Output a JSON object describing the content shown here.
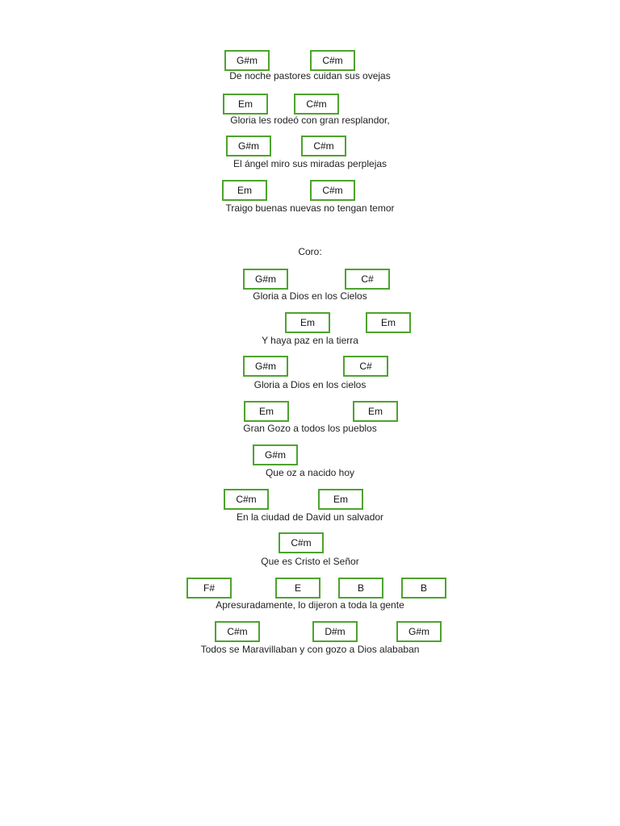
{
  "sections": [
    {
      "label": "",
      "lines": [
        {
          "chords": [
            "G#m",
            "C#m"
          ],
          "lyric": "De noche pastores cuidan sus ovejas"
        },
        {
          "chords": [
            "Em",
            "C#m"
          ],
          "lyric": "Gloria les rodeó con gran resplandor,"
        },
        {
          "chords": [
            "G#m",
            "C#m"
          ],
          "lyric": "El ángel miro sus miradas perplejas"
        },
        {
          "chords": [
            "Em",
            "C#m"
          ],
          "lyric": "Traigo buenas nuevas no tengan temor"
        }
      ]
    },
    {
      "label": "Coro:",
      "lines": [
        {
          "chords": [
            "G#m",
            "C#"
          ],
          "lyric": "Gloria a Dios en los Cielos"
        },
        {
          "chords": [
            "Em",
            "Em"
          ],
          "lyric": "Y haya paz en la tierra"
        },
        {
          "chords": [
            "G#m",
            "C#"
          ],
          "lyric": "Gloria a Dios en los cielos"
        },
        {
          "chords": [
            "Em",
            "Em"
          ],
          "lyric": "Gran Gozo a todos los pueblos"
        },
        {
          "chords": [
            "G#m"
          ],
          "lyric": "Que oz a nacido hoy"
        },
        {
          "chords": [
            "C#m",
            "Em"
          ],
          "lyric": "En la ciudad de David un salvador"
        },
        {
          "chords": [
            "C#m"
          ],
          "lyric": "Que es Cristo el Señor"
        },
        {
          "chords": [
            "F#",
            "E",
            "B",
            "B"
          ],
          "lyric": "Apresuradamente, lo dijeron a toda la gente"
        },
        {
          "chords": [
            "C#m",
            "D#m",
            "G#m"
          ],
          "lyric": "Todos se Maravillaban y con gozo a Dios alababan"
        }
      ]
    }
  ]
}
